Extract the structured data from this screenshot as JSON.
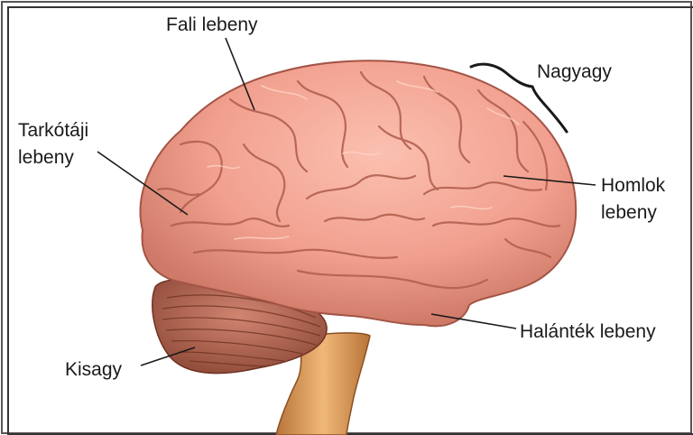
{
  "diagram": {
    "labels": {
      "fali": "Fali lebeny",
      "nagyagy": "Nagyagy",
      "tarkotaji_1": "Tarkótáji",
      "tarkotaji_2": "lebeny",
      "homlok_1": "Homlok",
      "homlok_2": "lebeny",
      "halantek": "Halánték lebeny",
      "kisagy": "Kisagy"
    },
    "colors": {
      "brain_fill": "#f2a08f",
      "brain_shadow": "#c9705f",
      "brain_highlight": "#ffd3c6",
      "cerebellum": "#b8654e",
      "brainstem": "#d99a5a",
      "line": "#1a1a1a"
    }
  }
}
